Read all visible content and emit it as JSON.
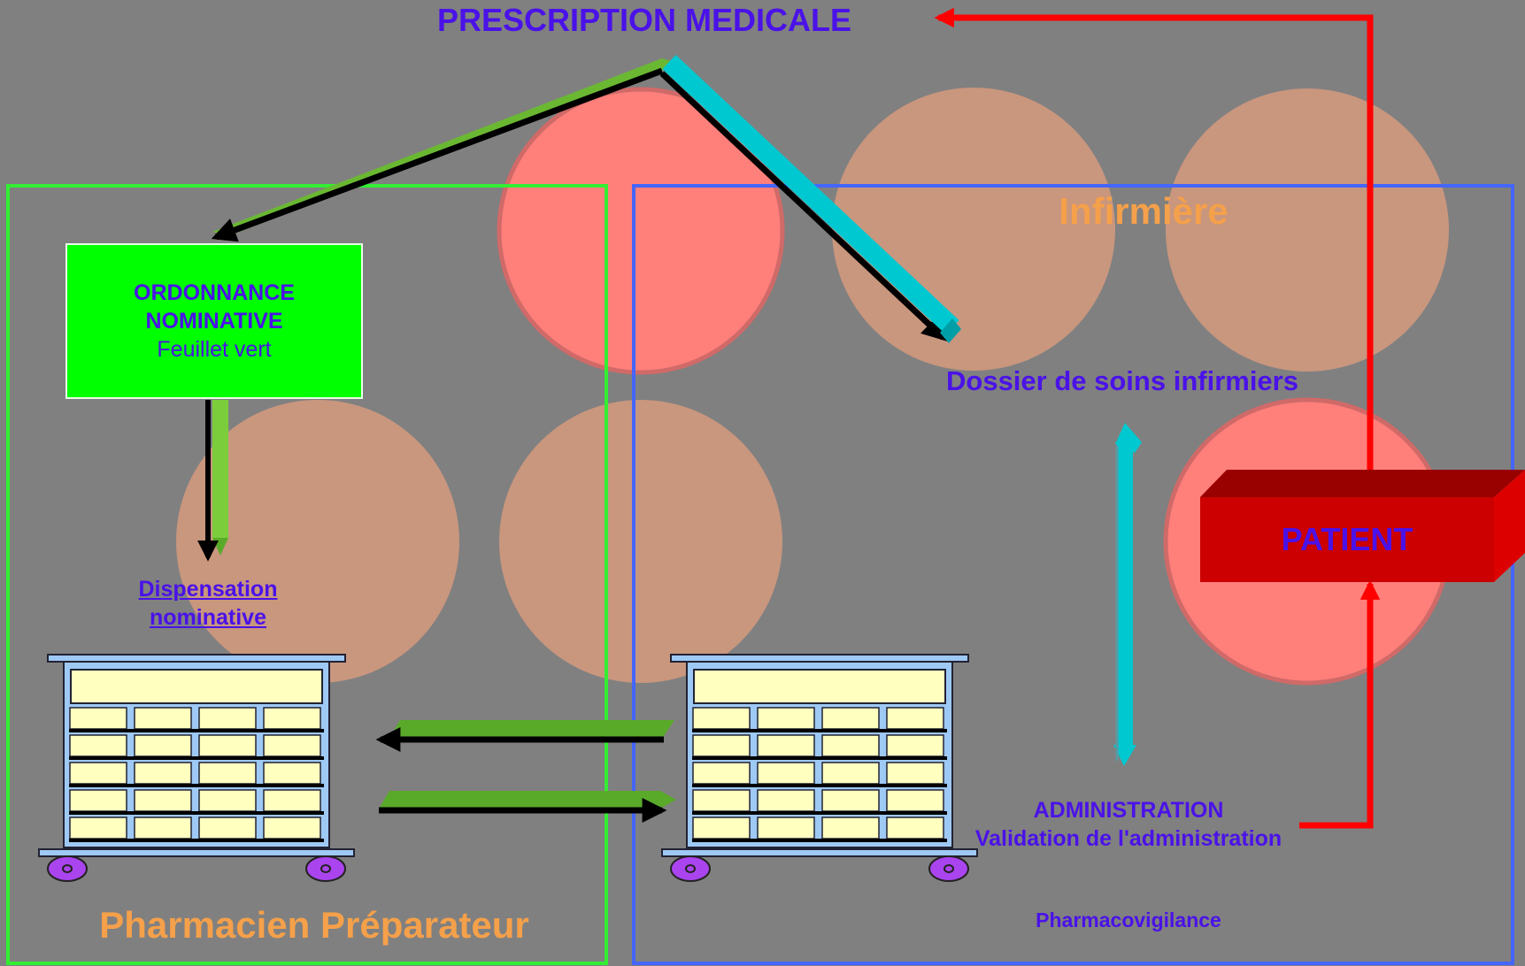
{
  "diagram": {
    "title": "PRESCRIPTION MEDICALE",
    "nurse_area_label": "Infirmière",
    "nursing_record_label": "Dossier de soins infirmiers",
    "prescription_box": {
      "line1": "ORDONNANCE",
      "line2": "NOMINATIVE",
      "line3": "Feuillet vert"
    },
    "dispensation": {
      "line1": "Dispensation",
      "line2": "nominative"
    },
    "patient_label": "PATIENT",
    "administration": {
      "line1": "ADMINISTRATION",
      "line2": "Validation de l'administration"
    },
    "pharmacovigilance_label": "Pharmacovigilance",
    "pharmacist_label": "Pharmacien Préparateur"
  },
  "colors": {
    "background": "#808080",
    "text_blue": "#4a12e8",
    "text_orange": "#f5a04a",
    "pharmacy_frame": "#33ee33",
    "nurse_frame": "#4466ff",
    "circle_tan": "#c9967e",
    "circle_pink": "#ff7f7b",
    "arrow_green": "#5aaa2a",
    "arrow_cyan": "#00c8d0",
    "arrow_red": "#ff0000",
    "patient_red": "#cc0000",
    "box_green": "#00ff00",
    "cart_frame": "#9ec9f5",
    "drawer_fill": "#ffffc0",
    "wheel": "#aa44ee"
  }
}
